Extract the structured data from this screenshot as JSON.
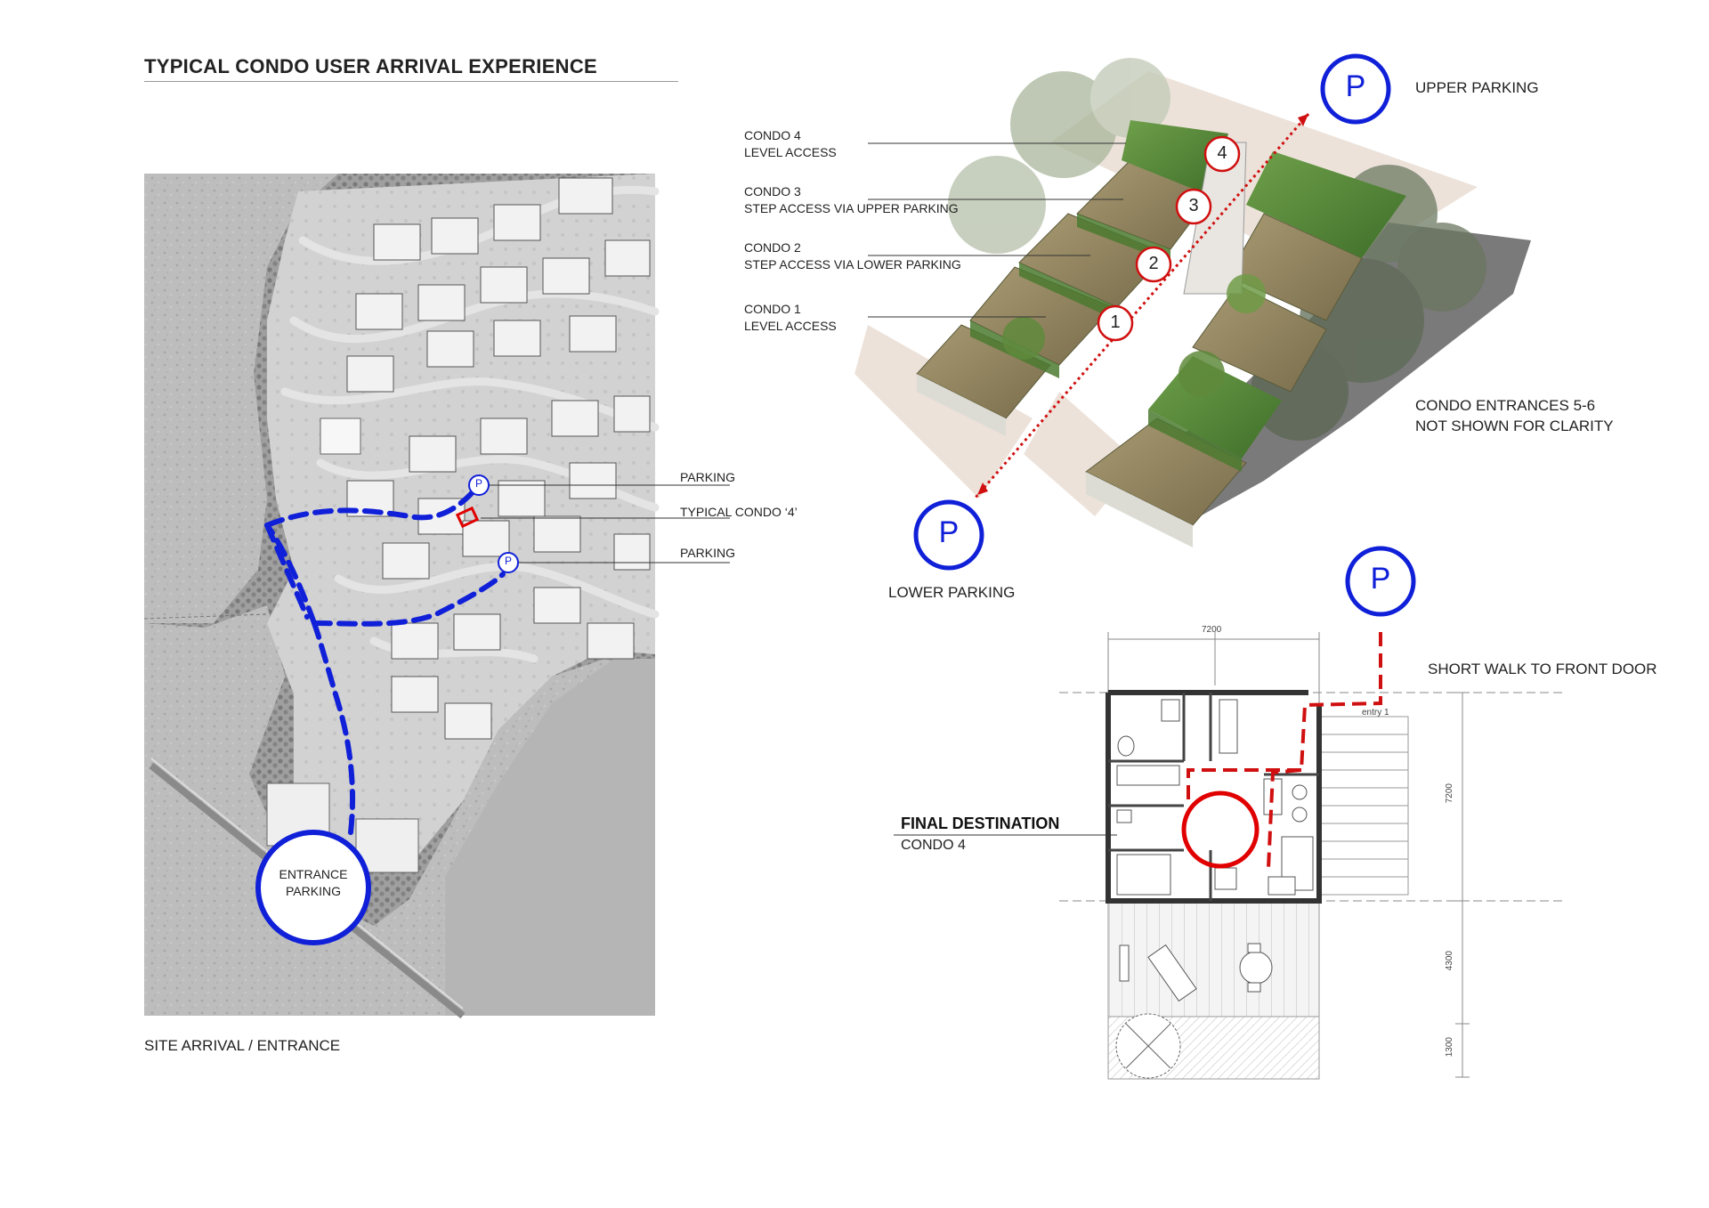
{
  "page": {
    "title": "TYPICAL CONDO USER ARRIVAL EXPERIENCE"
  },
  "site_plan": {
    "caption": "SITE ARRIVAL / ENTRANCE",
    "entrance_label": "ENTRANCE\nPARKING",
    "entrance_label_line1": "ENTRANCE",
    "entrance_label_line2": "PARKING",
    "parking_marker": "P",
    "callouts": {
      "parking_top": "PARKING",
      "typical_condo": "TYPICAL CONDO ‘4’",
      "parking_bottom": "PARKING"
    },
    "colors": {
      "route": "#1020d8",
      "highlight": "#e00000"
    }
  },
  "axonometric": {
    "upper_parking_marker": "P",
    "upper_parking_label": "UPPER PARKING",
    "lower_parking_marker": "P",
    "lower_parking_label": "LOWER PARKING",
    "levels": [
      {
        "number": "4",
        "line1": "CONDO 4",
        "line2": "LEVEL ACCESS"
      },
      {
        "number": "3",
        "line1": "CONDO 3",
        "line2": "STEP ACCESS VIA  UPPER PARKING"
      },
      {
        "number": "2",
        "line1": "CONDO 2",
        "line2": "STEP ACCESS VIA  LOWER PARKING"
      },
      {
        "number": "1",
        "line1": "CONDO 1",
        "line2": "LEVEL ACCESS"
      }
    ],
    "note_line1": "CONDO ENTRANCES 5-6",
    "note_line2": "NOT SHOWN FOR CLARITY"
  },
  "floor_plan": {
    "parking_marker": "P",
    "walk_label": "SHORT WALK TO FRONT DOOR",
    "destination_title": "FINAL DESTINATION",
    "destination_sub": "CONDO 4",
    "dim_width": "7200",
    "dim_depth": "7200",
    "dim_terrace": "4300",
    "dim_edge": "1300",
    "entry_label": "entry 1"
  }
}
